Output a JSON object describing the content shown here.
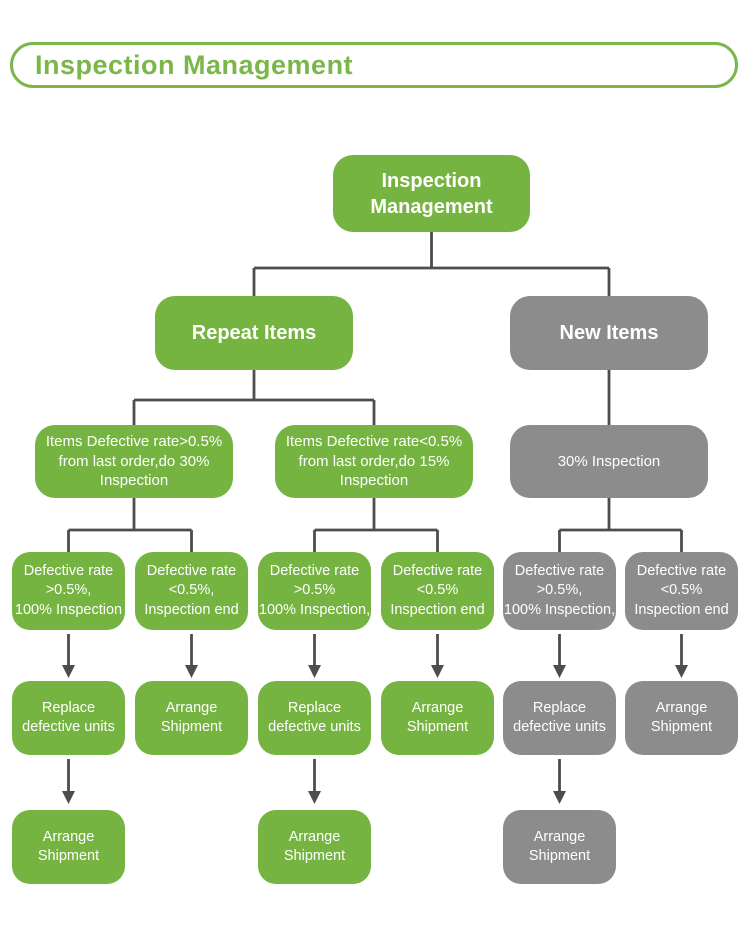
{
  "header": {
    "title": "Inspection Management"
  },
  "colors": {
    "box_green": "#76b442",
    "box_gray": "#8c8c8c",
    "line": "#4d4d4d",
    "title_green": "#7ab64a",
    "text_white": "#ffffff"
  },
  "flowchart": {
    "root": {
      "label": "Inspection\nManagement",
      "color": "green"
    },
    "branches": [
      {
        "label": "Repeat Items",
        "color": "green"
      },
      {
        "label": "New Items",
        "color": "gray"
      }
    ],
    "level3": [
      {
        "label": "Items Defective rate>0.5%\nfrom last order,do 30%\nInspection",
        "color": "green"
      },
      {
        "label": "Items Defective rate<0.5%\nfrom last order,do 15%\nInspection",
        "color": "green"
      },
      {
        "label": "30% Inspection",
        "color": "gray"
      }
    ],
    "level4": [
      {
        "label": "Defective rate\n>0.5%,\n100% Inspection",
        "color": "green"
      },
      {
        "label": "Defective rate\n<0.5%,\nInspection end",
        "color": "green"
      },
      {
        "label": "Defective rate\n>0.5%\n100% Inspection,",
        "color": "green"
      },
      {
        "label": "Defective rate\n<0.5%\nInspection end",
        "color": "green"
      },
      {
        "label": "Defective rate\n>0.5%,\n100% Inspection,",
        "color": "gray"
      },
      {
        "label": "Defective rate\n<0.5%\nInspection end",
        "color": "gray"
      }
    ],
    "level5": [
      {
        "label": "Replace\ndefective units",
        "color": "green"
      },
      {
        "label": "Arrange\nShipment",
        "color": "green"
      },
      {
        "label": "Replace\ndefective units",
        "color": "green"
      },
      {
        "label": "Arrange\nShipment",
        "color": "green"
      },
      {
        "label": "Replace\ndefective units",
        "color": "gray"
      },
      {
        "label": "Arrange\nShipment",
        "color": "gray"
      }
    ],
    "level6": [
      {
        "label": "Arrange\nShipment",
        "color": "green"
      },
      {
        "label": "Arrange\nShipment",
        "color": "green"
      },
      {
        "label": "Arrange\nShipment",
        "color": "gray"
      }
    ]
  }
}
